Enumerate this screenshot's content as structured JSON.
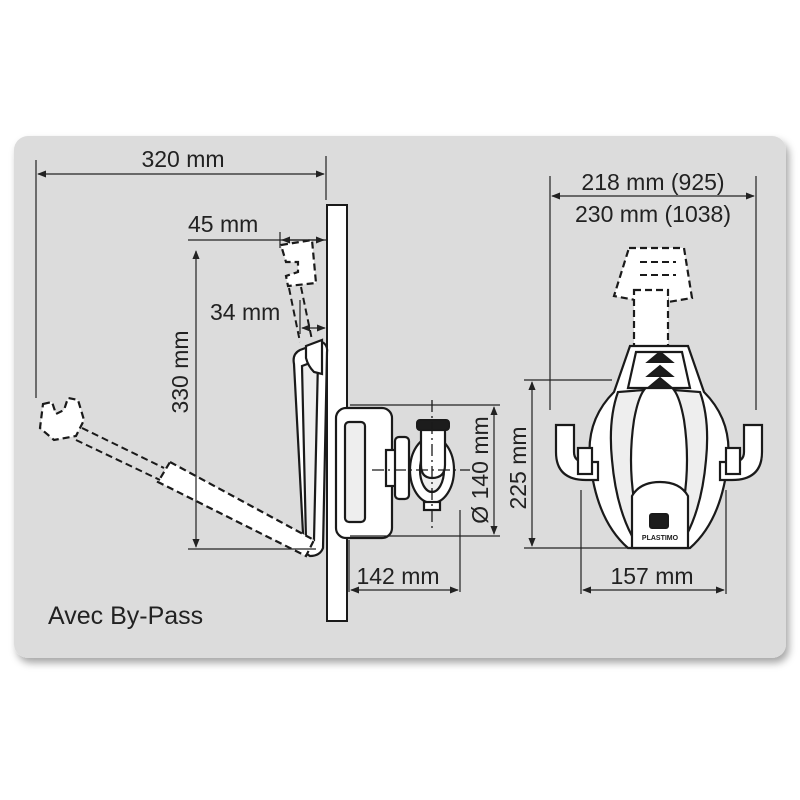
{
  "dimensions": {
    "width_side": "320 mm",
    "handle_offset": "45 mm",
    "handle_gap": "34 mm",
    "height_side": "330 mm",
    "pump_depth": "142 mm",
    "pump_diameter": "Ø 140 mm",
    "front_width_1": "218 mm (925)",
    "front_width_2": "230 mm (1038)",
    "front_height": "225 mm",
    "front_base_width": "157 mm"
  },
  "caption": "Avec By-Pass",
  "brand_logo_text": "PLASTIMO",
  "colors": {
    "panel_background": "#dcdcdc",
    "line": "#1a1a1a",
    "text": "#222222"
  }
}
